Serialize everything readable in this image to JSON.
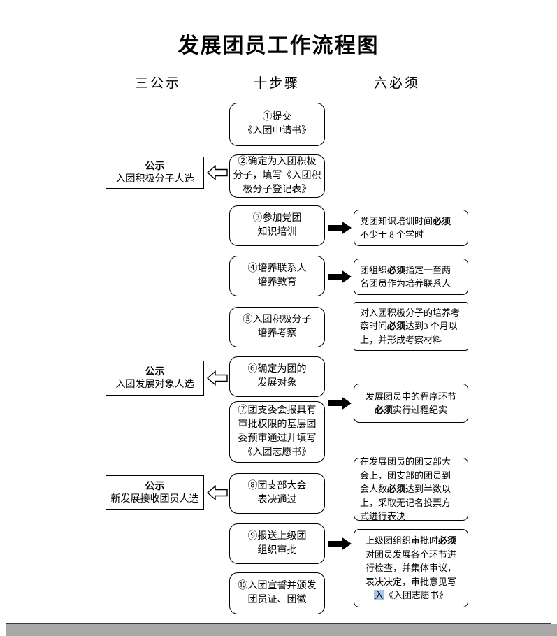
{
  "page": {
    "title": "发展团员工作流程图",
    "column_headers": {
      "left": "三公示",
      "middle": "十步骤",
      "right": "六必须"
    }
  },
  "steps": [
    {
      "text": "①提交\n《入团申请书》"
    },
    {
      "text": "②确定为入团积极\n分子，填写《入团积\n极分子登记表》"
    },
    {
      "text": "③参加党团\n知识培训"
    },
    {
      "text": "④培养联系人\n培养教育"
    },
    {
      "text": "⑤入团积极分子\n培养考察"
    },
    {
      "text": "⑥确定为团的\n发展对象"
    },
    {
      "text": "⑦团支委会报具有\n审批权限的基层团\n委预审通过并填写\n《入团志愿书》"
    },
    {
      "text": "⑧团支部大会\n表决通过"
    },
    {
      "text": "⑨报送上级团\n组织审批"
    },
    {
      "text": "⑩入团宣誓并颁发\n团员证、团徽"
    }
  ],
  "publicity": [
    {
      "label": "公示",
      "text": "入团积极分子人选"
    },
    {
      "label": "公示",
      "text": "入团发展对象人选"
    },
    {
      "label": "公示",
      "text": "新发展接收团员人选"
    }
  ],
  "musts": [
    {
      "segments": [
        {
          "t": "党团知识培训时间"
        },
        {
          "t": "必须",
          "b": true
        },
        {
          "t": "\n不少于 8 个学时"
        }
      ]
    },
    {
      "segments": [
        {
          "t": "团组织"
        },
        {
          "t": "必须",
          "b": true
        },
        {
          "t": "指定一至两\n名团员作为培养联系人"
        }
      ]
    },
    {
      "segments": [
        {
          "t": "对入团积极分子的培养考\n察时间"
        },
        {
          "t": "必须",
          "b": true
        },
        {
          "t": "达到3 个月以\n上，并形成考察材料"
        }
      ]
    },
    {
      "segments": [
        {
          "t": "发展团员中的程序环节\n"
        },
        {
          "t": "必须",
          "b": true
        },
        {
          "t": "实行过程纪实"
        }
      ]
    },
    {
      "segments": [
        {
          "t": "在发展团员的团支部大\n会上，团支部的团员到\n会人数"
        },
        {
          "t": "必须",
          "b": true
        },
        {
          "t": "达到半数以\n上，采取无记名投票方\n式进行表决"
        }
      ]
    },
    {
      "segments": [
        {
          "t": "上级团组织审批时"
        },
        {
          "t": "必须",
          "b": true
        },
        {
          "t": "\n对团员发展各个环节进\n行检查，并集体审议，\n表决决定，审批意见写\n"
        },
        {
          "t": "入",
          "hl": true
        },
        {
          "t": "《入团志愿书》"
        }
      ]
    }
  ],
  "colors": {
    "highlight": "#a9c6e6",
    "border": "#000000",
    "footer_bar": "#a8a8a8"
  }
}
